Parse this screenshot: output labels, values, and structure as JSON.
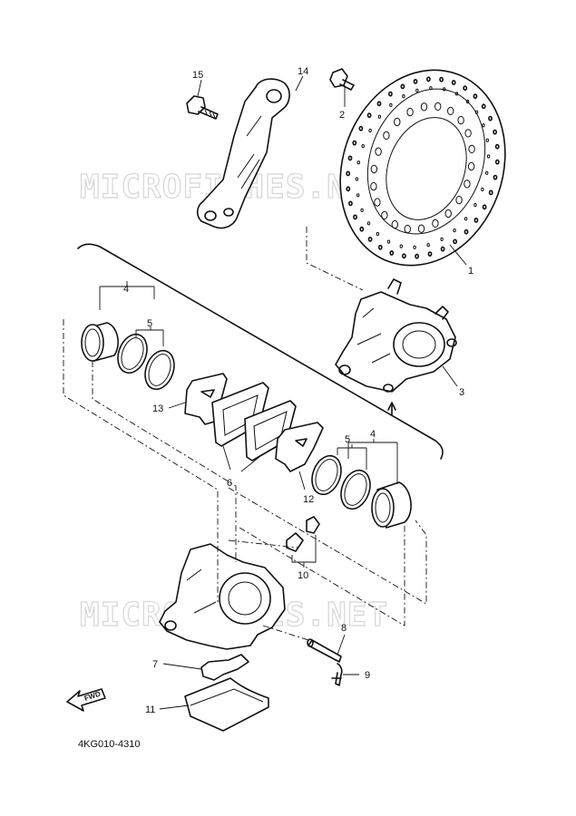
{
  "diagram_code": "4KG010-4310",
  "watermark": "MICROFICHES.NET",
  "fwd_label": "FWD",
  "callouts": {
    "c1": "1",
    "c2": "2",
    "c3": "3",
    "c4a": "4",
    "c4b": "4",
    "c5a": "5",
    "c5b": "5",
    "c6": "6",
    "c7": "7",
    "c8": "8",
    "c9": "9",
    "c10": "10",
    "c11": "11",
    "c12": "12",
    "c13": "13",
    "c14": "14",
    "c15": "15"
  },
  "parts": [
    {
      "no": "1",
      "name": "brake-disc"
    },
    {
      "no": "2",
      "name": "disc-bolt"
    },
    {
      "no": "3",
      "name": "caliper-assembly"
    },
    {
      "no": "4",
      "name": "piston"
    },
    {
      "no": "5",
      "name": "piston-seal"
    },
    {
      "no": "6",
      "name": "brake-pad"
    },
    {
      "no": "7",
      "name": "pad-spring"
    },
    {
      "no": "8",
      "name": "pad-pin"
    },
    {
      "no": "9",
      "name": "clip"
    },
    {
      "no": "10",
      "name": "bleed-screw"
    },
    {
      "no": "11",
      "name": "pad-cover"
    },
    {
      "no": "12",
      "name": "pad-shim"
    },
    {
      "no": "13",
      "name": "pad-shim"
    },
    {
      "no": "14",
      "name": "caliper-bracket"
    },
    {
      "no": "15",
      "name": "bracket-bolt"
    }
  ]
}
